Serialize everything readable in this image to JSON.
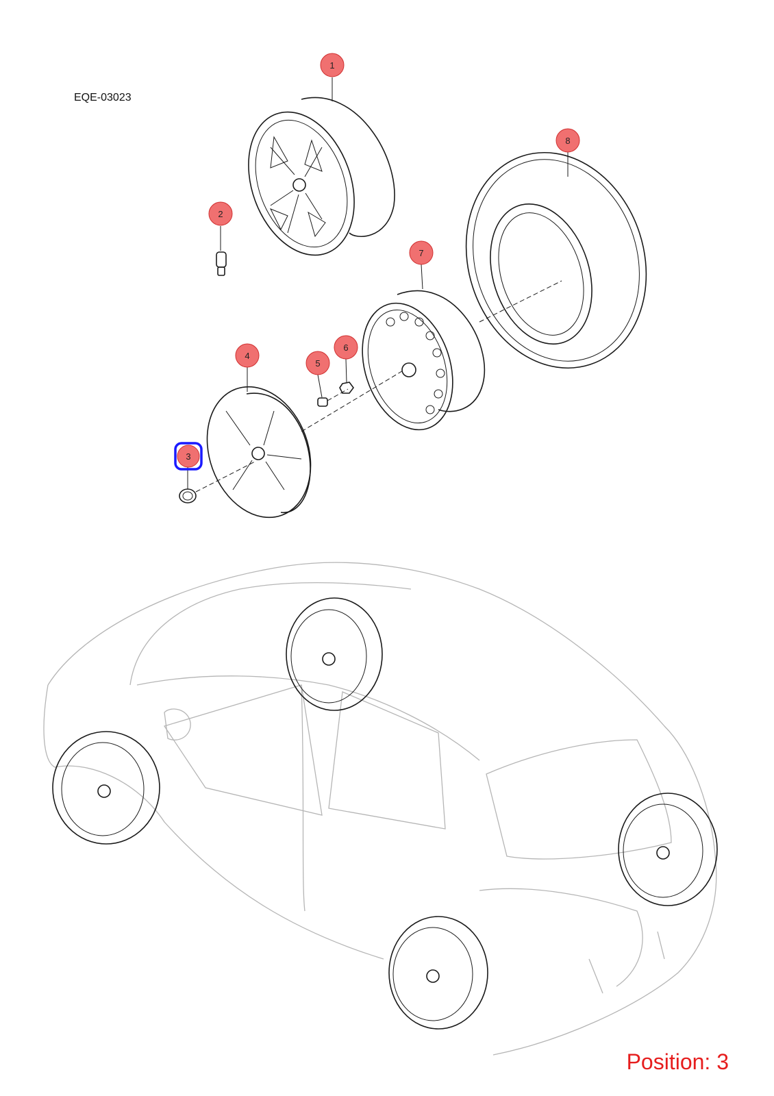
{
  "diagram_code": "EQE-03023",
  "position_text": "Position: 3",
  "selected_callout": "3",
  "callouts": [
    "1",
    "2",
    "3",
    "4",
    "5",
    "6",
    "7",
    "8"
  ],
  "colors": {
    "callout_fill": "#f07070",
    "callout_stroke": "#d03030",
    "selection_outline": "#1a1aff",
    "position_text": "#e61e1e",
    "part_line": "#1a1a1a",
    "car_line": "#b5b5b5"
  }
}
